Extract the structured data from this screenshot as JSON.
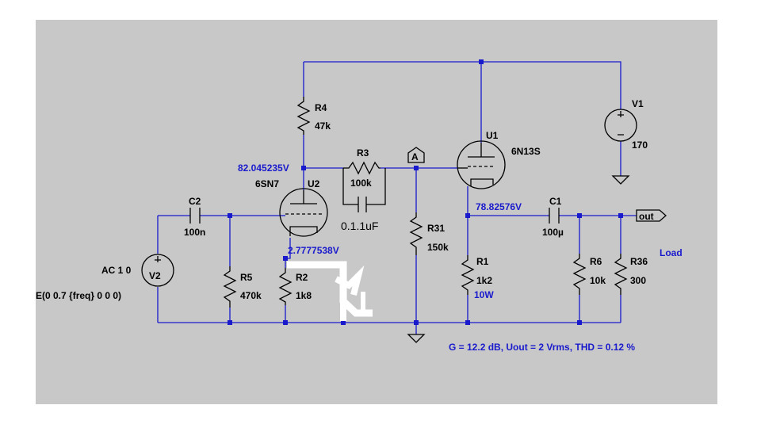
{
  "colors": {
    "background": "#c8c8c8",
    "wire": "#1a1acd",
    "component": "#000000",
    "annotation": "#1a1acd"
  },
  "components": {
    "r4": {
      "name": "R4",
      "value": "47k"
    },
    "r3": {
      "name": "R3",
      "value": "100k"
    },
    "cap_parallel": {
      "value": "0.1.1uF"
    },
    "r31": {
      "name": "R31",
      "value": "150k"
    },
    "u1": {
      "name": "U1",
      "type": "6N13S"
    },
    "u2": {
      "name": "U2",
      "type": "6SN7"
    },
    "v1": {
      "name": "V1",
      "value": "170"
    },
    "c2": {
      "name": "C2",
      "value": "100n"
    },
    "c1": {
      "name": "C1",
      "value": "100µ"
    },
    "r5": {
      "name": "R5",
      "value": "470k"
    },
    "r2": {
      "name": "R2",
      "value": "1k8"
    },
    "r1": {
      "name": "R1",
      "value": "1k2",
      "power": "10W"
    },
    "r6": {
      "name": "R6",
      "value": "10k"
    },
    "r36": {
      "name": "R36",
      "value": "300"
    },
    "v2": {
      "name": "V2",
      "ac": "AC 1 0",
      "expr": "E(0 0.7 {freq} 0 0 0)"
    }
  },
  "voltages": {
    "u2_plate": "82.045235V",
    "u2_cathode": "2.7777538V",
    "u1_cathode": "78.82576V"
  },
  "labels": {
    "out": "out",
    "load": "Load",
    "probe": "A"
  },
  "summary": "G = 12.2 dB, Uout = 2 Vrms, THD = 0.12 %"
}
